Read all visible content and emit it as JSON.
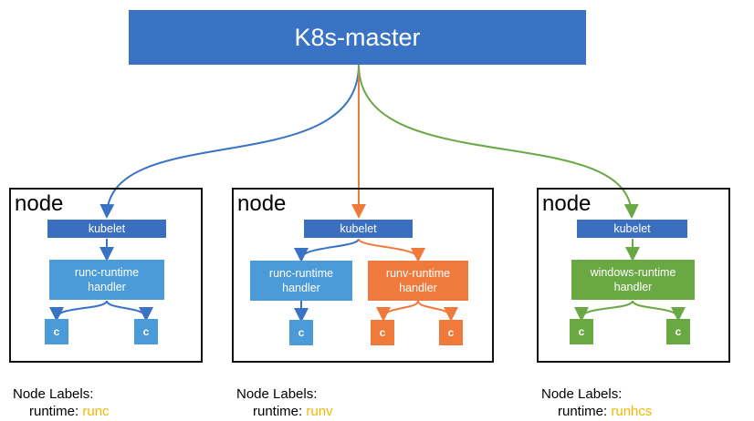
{
  "master": {
    "title": "K8s-master"
  },
  "nodes": [
    {
      "title": "node",
      "kubelet": "kubelet",
      "handlers": [
        "runc-runtime\nhandler"
      ],
      "containers": [
        "c",
        "c"
      ],
      "labels_heading": "Node Labels:",
      "runtime_key": "runtime:",
      "runtime_value": "runc",
      "color": "#3a73c4"
    },
    {
      "title": "node",
      "kubelet": "kubelet",
      "handlers": [
        "runc-runtime\nhandler",
        "runv-runtime\nhandler"
      ],
      "containers": [
        "c",
        "c",
        "c"
      ],
      "labels_heading": "Node Labels:",
      "runtime_key": "runtime:",
      "runtime_value": "runv",
      "color": "#ef7a3b"
    },
    {
      "title": "node",
      "kubelet": "kubelet",
      "handlers": [
        "windows-runtime\nhandler"
      ],
      "containers": [
        "c",
        "c"
      ],
      "labels_heading": "Node Labels:",
      "runtime_key": "runtime:",
      "runtime_value": "runhcs",
      "color": "#69a843"
    }
  ],
  "colors": {
    "blue": "#3a73c4",
    "orange": "#ef7a3b",
    "green": "#69a843",
    "label_value": "#f5b800"
  }
}
